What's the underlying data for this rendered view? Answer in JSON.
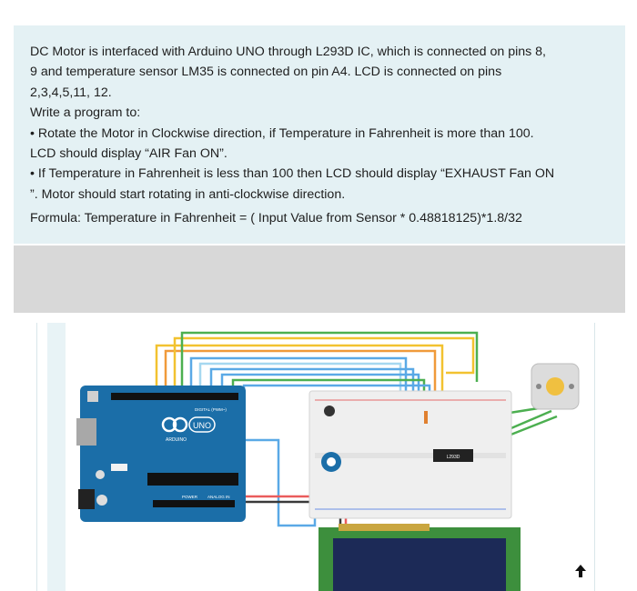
{
  "question": {
    "lines": [
      "DC Motor is interfaced with Arduino UNO through L293D IC, which is connected on pins 8,",
      "9 and temperature sensor LM35 is connected on pin A4. LCD is connected on pins",
      "2,3,4,5,11, 12.",
      "Write a program to:",
      "• Rotate the Motor in Clockwise direction, if Temperature in Fahrenheit is more than 100.",
      "LCD should display “AIR Fan ON”.",
      "• If Temperature in Fahrenheit is less than 100 then LCD should display “EXHAUST Fan ON",
      "”. Motor should start rotating in anti-clockwise direction.",
      "Formula: Temperature in Fahrenheit = ( Input Value from Sensor * 0.48818125)*1.8/32"
    ]
  },
  "circuit": {
    "arduino_logo": "UNO",
    "arduino_brand": "ARDUINO",
    "digital_label": "DIGITAL (PWM~)",
    "power_label": "POWER",
    "analog_label": "ANALOG IN",
    "chip_label": "L293D"
  },
  "colors": {
    "card_bg": "#e4f1f4",
    "band_bg": "#d8d8d8",
    "arduino_blue": "#1b6ea8",
    "wire_green": "#4caf50",
    "wire_yellow": "#f2c230",
    "wire_orange": "#f09a3a",
    "wire_blue": "#5aa9e6",
    "lcd_green": "#3d8f3d",
    "lcd_screen": "#1c2a57"
  },
  "icons": {
    "scroll": "up-arrow-icon"
  }
}
